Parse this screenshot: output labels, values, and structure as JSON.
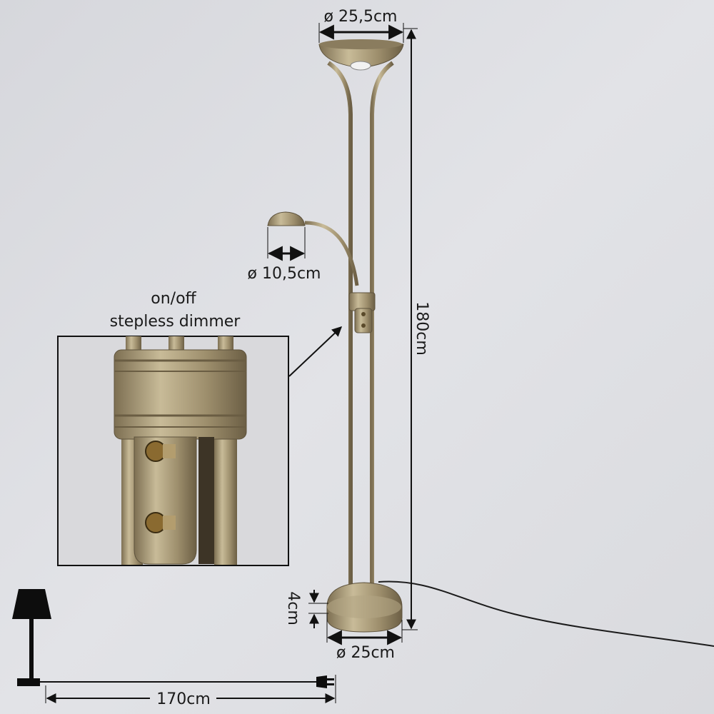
{
  "dimensions": {
    "top_shade_diameter": "ø 25,5cm",
    "height": "180cm",
    "reading_shade_diameter": "ø 10,5cm",
    "base_height": "4cm",
    "base_diameter": "ø 25cm",
    "cable_length": "170cm"
  },
  "switch_callout": {
    "line1": "on/off",
    "line2": "stepless dimmer"
  },
  "colors": {
    "background": "#dcdde2",
    "brass": "#a8997a",
    "brass_dark": "#6f6249",
    "ink": "#111111"
  }
}
